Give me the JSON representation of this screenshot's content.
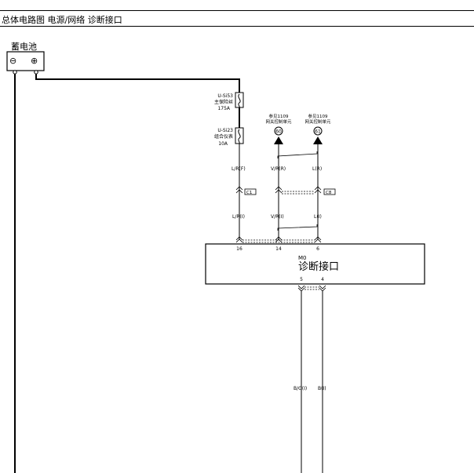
{
  "header": {
    "title": "总体电路图 电源/网络 诊断接口"
  },
  "battery": {
    "label": "蓄电池",
    "neg_symbol": "⊖",
    "pos_symbol": "⊕"
  },
  "fuses": [
    {
      "name": "U-Si53",
      "desc": "主保险丝",
      "rating": "175A"
    },
    {
      "name": "U-Si23",
      "desc": "组合仪表",
      "rating": "10A"
    }
  ],
  "references": [
    {
      "text": "参见1109",
      "desc": "网关控制单元",
      "num": "60"
    },
    {
      "text": "参见1109",
      "desc": "网关控制单元",
      "num": "61"
    }
  ],
  "wires": {
    "upper": [
      "L/R(F)",
      "V/R(R)",
      "L(R)"
    ],
    "lower": [
      "L/R(I)",
      "V/R(I)",
      "L(I)"
    ],
    "bottom": [
      "B/G(I)",
      "B(I)"
    ]
  },
  "connectors": {
    "c1": "C1",
    "c8": "C8"
  },
  "component": {
    "code": "M0",
    "name": "诊断接口",
    "top_pins": [
      "16",
      "14",
      "6"
    ],
    "bottom_pins": [
      "5",
      "4"
    ]
  }
}
